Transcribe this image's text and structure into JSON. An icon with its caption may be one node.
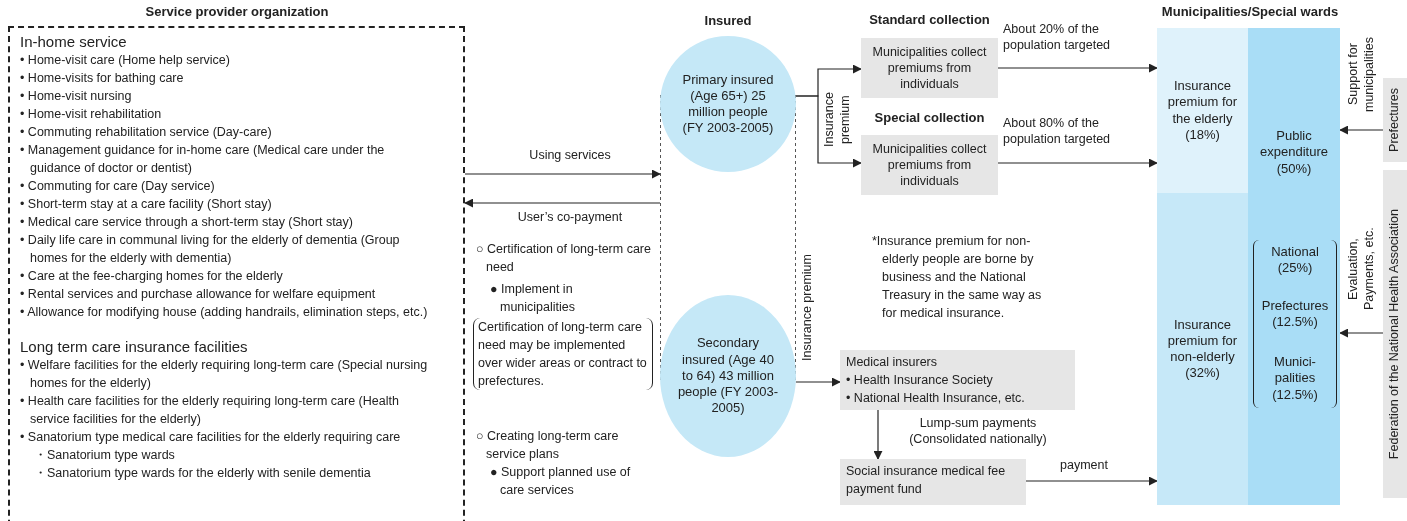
{
  "diagram": {
    "nodes": [
      {
        "text": [
          "Service provider organization",
          "In-home service",
          "• Home-visit care (Home help service)",
          "• Home-visits for bathing care",
          "• Home-visit nursing",
          "• Home-visit rehabilitation",
          "• Commuting rehabilitation service (Day-care)",
          "• Management guidance for in-home care (Medical care under the guidance of doctor or dentist)",
          "• Commuting for care (Day service)",
          "• Short-term stay at a care facility (Short stay)",
          "• Medical care service through a short-term stay (Short stay)",
          "• Daily life care in communal living for the elderly of dementia (Group homes for the elderly with dementia)",
          "• Care at the fee-charging homes for the elderly",
          "• Rental services and purchase allowance for welfare equipment",
          "• Allowance for modifying house (adding handrails, elimination steps, etc.)",
          "Long term care insurance facilities",
          "• Welfare facilities for the elderly requiring long-term care (Special nursing homes for the elderly)",
          "• Health care facilities for the elderly requiring long-term care (Health service facilities for the elderly)",
          "• Sanatorium type medical care facilities for the elderly requiring care",
          "・Sanatorium type wards",
          "・Sanatorium type wards for the elderly with senile dementia"
        ]
      },
      {
        "text": [
          "Insured"
        ]
      },
      {
        "text": [
          "Primary insured (Age 65+) 25 million people (FY 2003-2005)"
        ],
        "in": 1
      },
      {
        "text": [
          "Secondary insured (Age 40 to 64) 43 million people (FY 2003-2005)"
        ],
        "in": 1
      },
      {
        "text": [
          "Standard collection",
          "Municipalities collect premiums from individuals"
        ]
      },
      {
        "text": [
          "Special collection",
          "Municipalities collect premiums from individuals"
        ]
      },
      {
        "text": [
          "Medical insurers",
          "• Health Insurance Society",
          "• National Health Insurance, etc."
        ]
      },
      {
        "text": [
          "Social insurance medical fee payment fund"
        ]
      },
      {
        "text": [
          "Municipalities/Special wards"
        ]
      },
      {
        "text": [
          "Insurance premium for the elderly (18%)"
        ],
        "in": 8
      },
      {
        "text": [
          "Insurance premium for non-elderly (32%)"
        ],
        "in": 8
      },
      {
        "text": [
          "Public expenditure (50%)",
          "National (25%)",
          "Prefectures (12.5%)",
          "Munici- palities (12.5%)"
        ],
        "in": 8
      },
      {
        "text": [
          "Prefectures"
        ]
      },
      {
        "text": [
          "Federation of the National Health Association"
        ]
      }
    ],
    "edges": [
      {
        "from": 0,
        "to": 1,
        "arrow": "to",
        "label": "Using services"
      },
      {
        "from": 1,
        "to": 0,
        "arrow": "to",
        "label": "User’s co-payment"
      },
      {
        "from": 2,
        "to": 4,
        "arrow": "to",
        "label": "Insurance premium"
      },
      {
        "from": 2,
        "to": 5,
        "arrow": "to"
      },
      {
        "from": 3,
        "to": 6,
        "arrow": "to",
        "label": "Insurance premium"
      },
      {
        "from": 4,
        "to": 9,
        "arrow": "to",
        "label": "About 20% of the population targeted"
      },
      {
        "from": 5,
        "to": 9,
        "arrow": "to",
        "label": "About 80% of the population targeted"
      },
      {
        "from": 6,
        "to": 7,
        "arrow": "to",
        "label": "Lump-sum payments (Consolidated nationally)"
      },
      {
        "from": 7,
        "to": 10,
        "arrow": "to",
        "label": "payment"
      },
      {
        "from": 12,
        "to": 11,
        "arrow": "to",
        "label": "Support for municipalities"
      },
      {
        "from": 13,
        "to": 11,
        "arrow": "to",
        "label": "Evaluation, Payments, etc."
      }
    ],
    "labels": [
      "○ Certification of long-term care need",
      "● Implement in municipalities",
      "Certification of long-term care need may be implemented over wider areas or contract to prefectures.",
      "○ Creating long-term care service plans",
      "● Support planned use of care services",
      "*Insurance premium for non-elderly people are borne by business and the National Treasury in the same way as for medical insurance."
    ]
  }
}
